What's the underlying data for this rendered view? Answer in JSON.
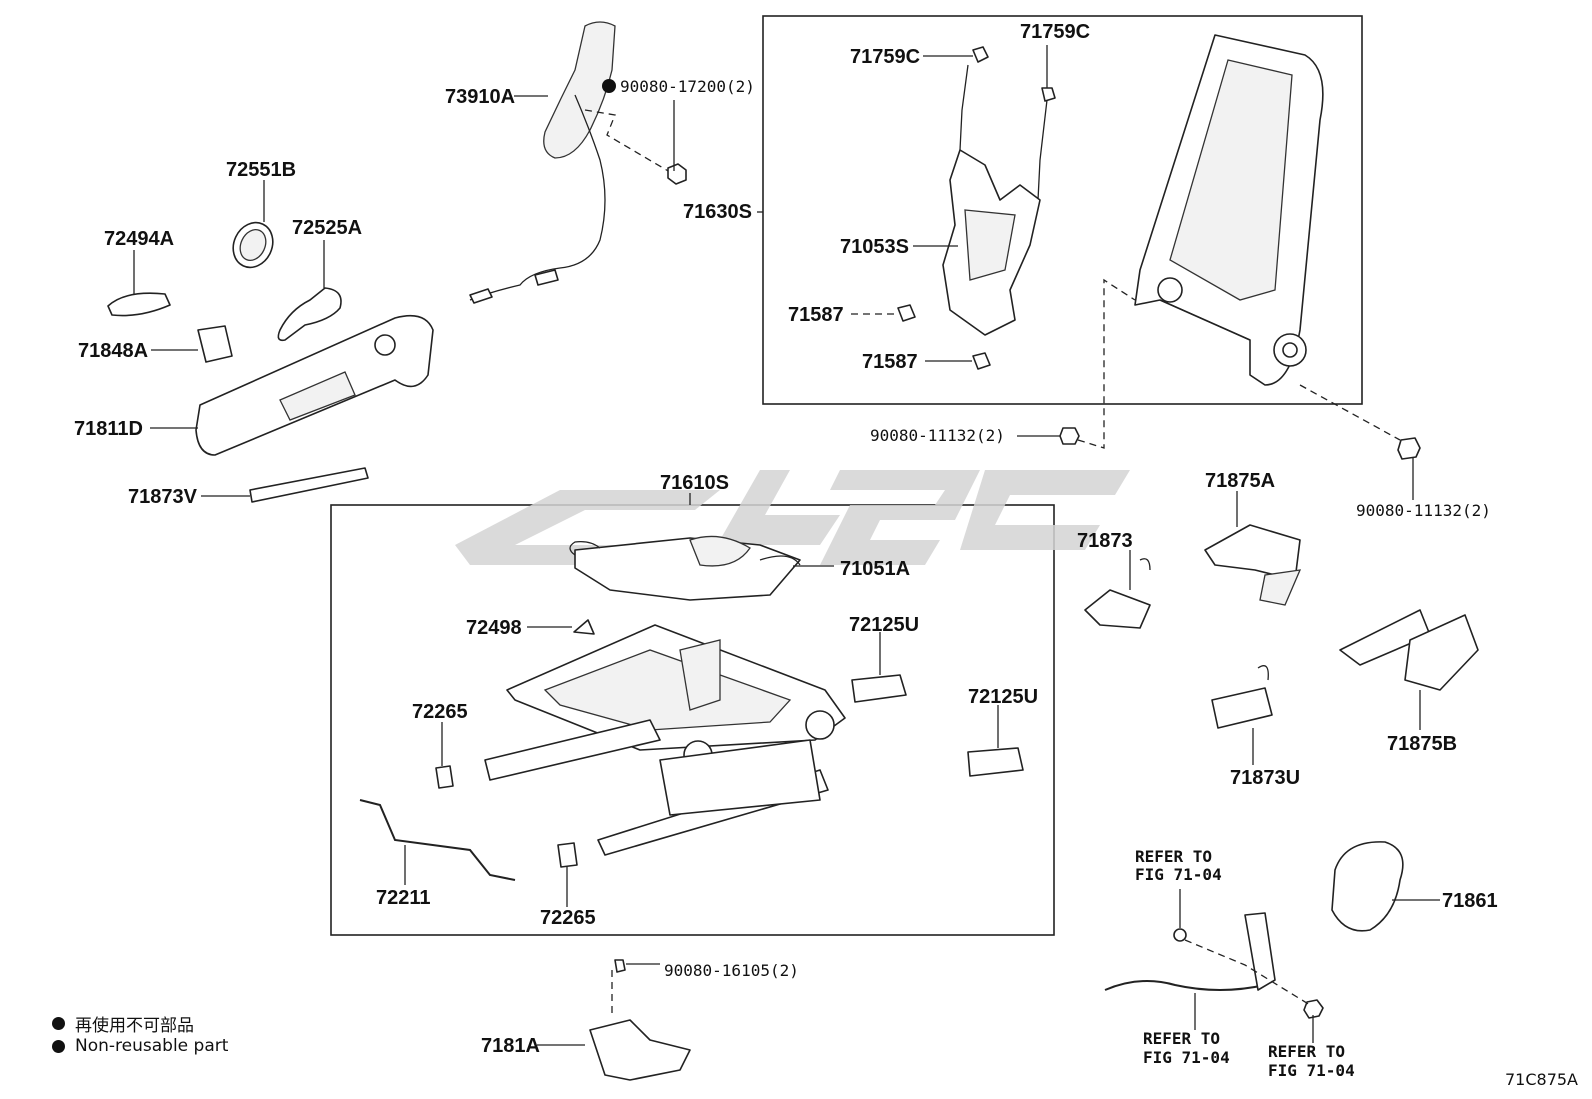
{
  "labels": {
    "p73910A": "73910A",
    "p90080_17200": "90080-17200(2)",
    "p71630S": "71630S",
    "p71759C_a": "71759C",
    "p71759C_b": "71759C",
    "p71053S": "71053S",
    "p71587_a": "71587",
    "p71587_b": "71587",
    "p90080_11132_a": "90080-11132(2)",
    "p90080_11132_b": "90080-11132(2)",
    "p72551B": "72551B",
    "p72494A": "72494A",
    "p72525A": "72525A",
    "p71848A": "71848A",
    "p71811D": "71811D",
    "p71873V": "71873V",
    "p71610S": "71610S",
    "p71051A": "71051A",
    "p72498": "72498",
    "p72125U_a": "72125U",
    "p72125U_b": "72125U",
    "p72265_a": "72265",
    "p72265_b": "72265",
    "p72211": "72211",
    "p71873": "71873",
    "p71875A": "71875A",
    "p71875B": "71875B",
    "p71873U": "71873U",
    "p71861": "71861",
    "p90080_16105": "90080-16105(2)",
    "p7181A": "7181A",
    "ref1": [
      "REFER TO",
      "FIG 71-04"
    ],
    "ref2": [
      "REFER TO",
      "FIG 71-04"
    ],
    "ref3": [
      "REFER TO",
      "FIG 71-04"
    ]
  },
  "legend": {
    "chinese": "再使用不可部品",
    "english": "Non-reusable part"
  },
  "figure_code": "71C875A"
}
